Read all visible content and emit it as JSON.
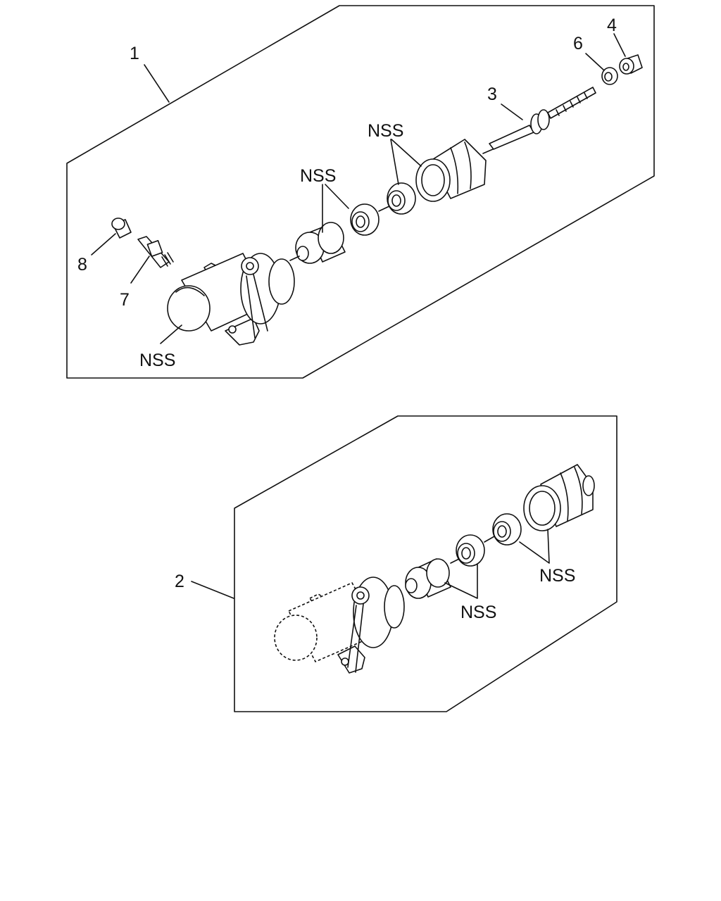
{
  "assembly_1": {
    "ref": "1",
    "callouts": {
      "push_rod": "3",
      "boot_end_cap": "4",
      "lock_nut": "6",
      "bleeder_screw": "7",
      "bleeder_cap": "8"
    },
    "nss_labels": [
      "NSS",
      "NSS",
      "NSS"
    ]
  },
  "assembly_2": {
    "ref": "2",
    "nss_labels": [
      "NSS",
      "NSS"
    ]
  }
}
